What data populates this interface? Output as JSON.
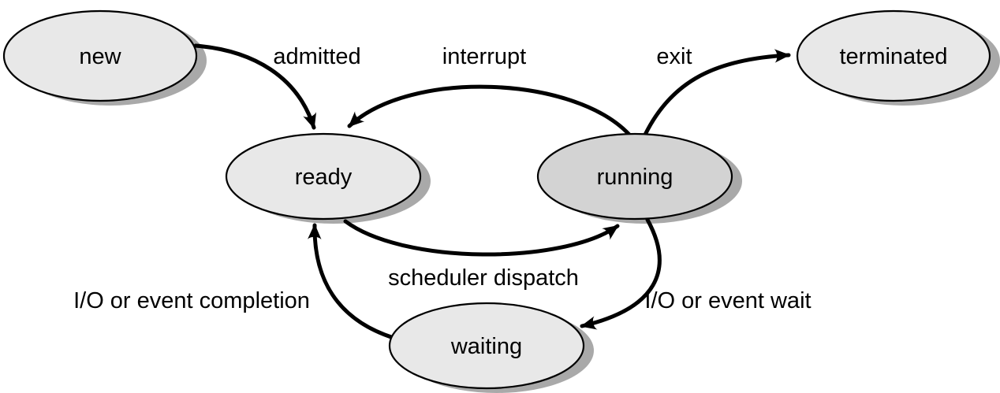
{
  "diagram": {
    "states": [
      {
        "id": "new",
        "label": "new"
      },
      {
        "id": "ready",
        "label": "ready"
      },
      {
        "id": "running",
        "label": "running"
      },
      {
        "id": "waiting",
        "label": "waiting"
      },
      {
        "id": "terminated",
        "label": "terminated"
      }
    ],
    "transitions": [
      {
        "from": "new",
        "to": "ready",
        "label": "admitted"
      },
      {
        "from": "running",
        "to": "ready",
        "label": "interrupt"
      },
      {
        "from": "ready",
        "to": "running",
        "label": "scheduler dispatch"
      },
      {
        "from": "running",
        "to": "terminated",
        "label": "exit"
      },
      {
        "from": "running",
        "to": "waiting",
        "label": "I/O or event wait"
      },
      {
        "from": "waiting",
        "to": "ready",
        "label": "I/O or event completion"
      }
    ],
    "colors": {
      "state_fill": "#e8e8e8",
      "running_fill": "#d3d3d3",
      "shadow": "#a9a9a9",
      "stroke": "#000000",
      "background": "#ffffff"
    }
  }
}
